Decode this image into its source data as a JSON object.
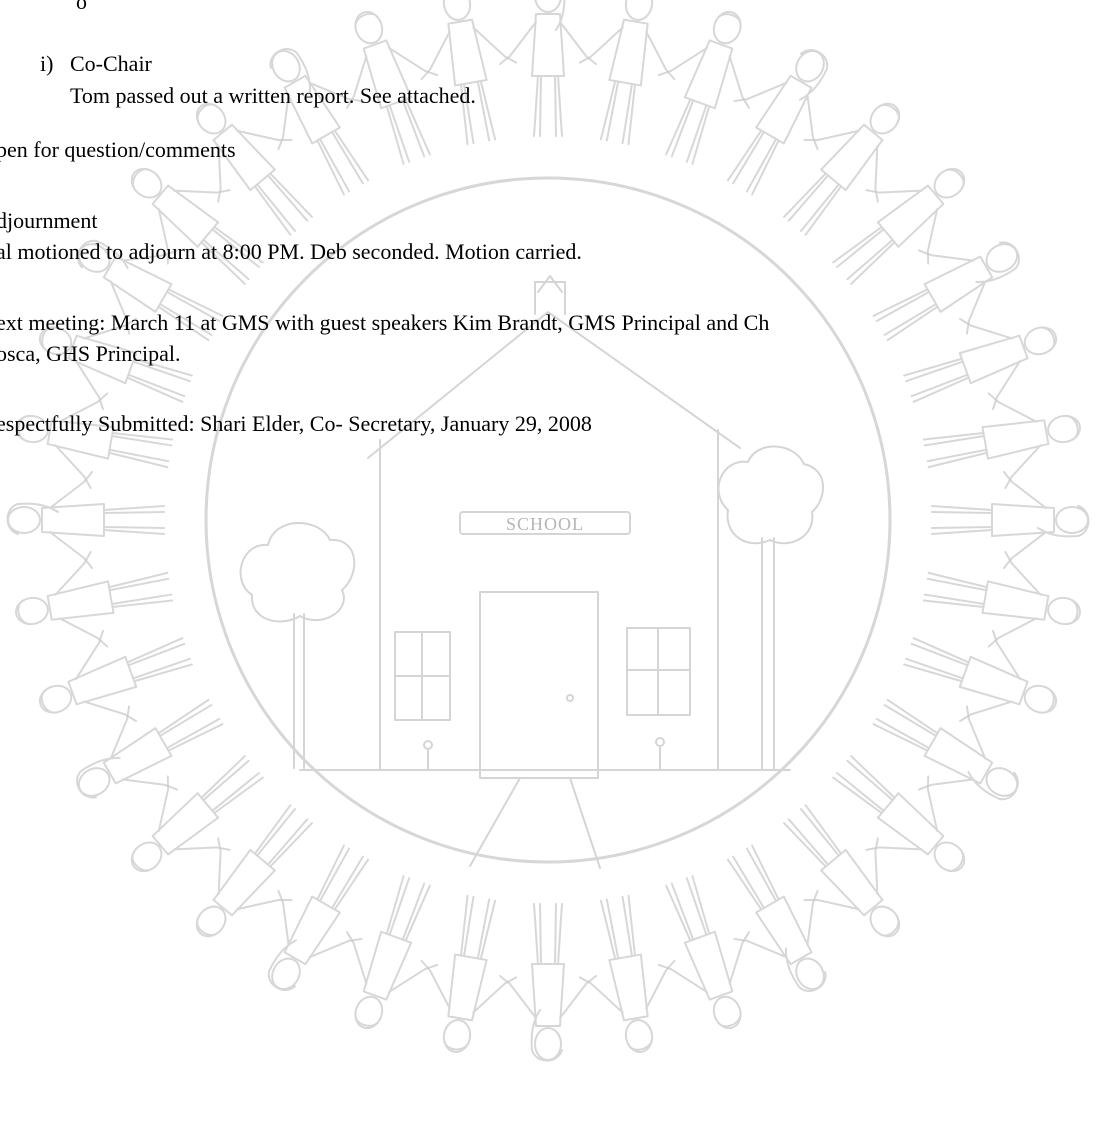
{
  "document": {
    "partial_top_text": "o",
    "co_chair_item": {
      "marker": "i)",
      "title": "Co-Chair",
      "body": "Tom passed out a written report.  See attached."
    },
    "open_questions": "pen for question/comments",
    "adjournment_heading": "djournment",
    "adjournment_motion": "al motioned to adjourn at 8:00 PM.  Deb seconded.  Motion carried.",
    "next_meeting_line1": "ext meeting: March 11 at GMS with guest speakers Kim Brandt, GMS Principal and Ch",
    "next_meeting_line2": "osca, GHS Principal.",
    "submitted_by": "espectfully Submitted: Shari Elder, Co- Secretary, January 29, 2008"
  },
  "watermark": {
    "sign_text": "SCHOOL",
    "stroke_color": "#c9c9c9",
    "line_color": "#d7d7d7"
  }
}
